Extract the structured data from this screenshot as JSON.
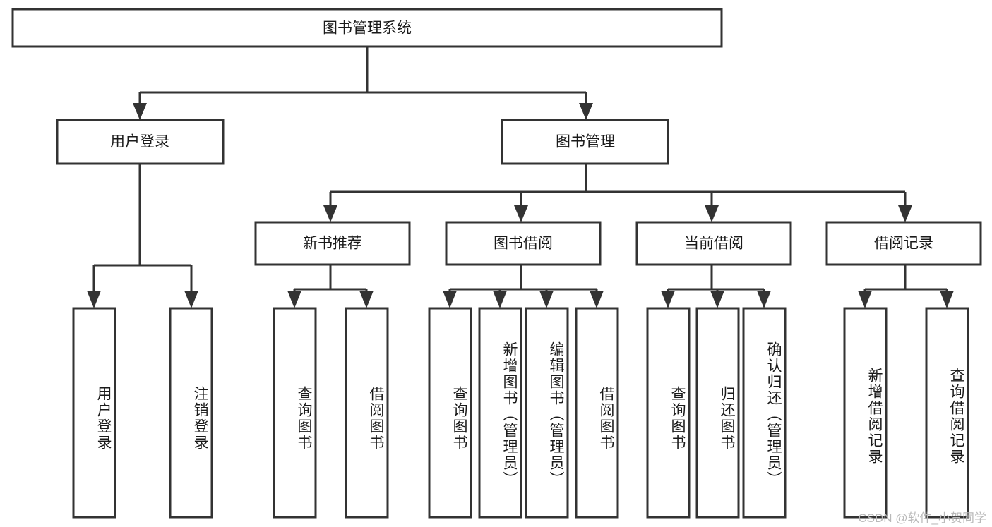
{
  "diagram": {
    "title": "图书管理系统",
    "type": "tree",
    "watermark": "CSDN @软件_小贺同学",
    "colors": {
      "node_fill": "#ffffff",
      "node_stroke": "#333333",
      "text": "#1a1a1a",
      "watermark": "#b9b9b9",
      "background": "#ffffff"
    },
    "root": {
      "label": "图书管理系统"
    },
    "level2": [
      {
        "label": "用户登录"
      },
      {
        "label": "图书管理"
      }
    ],
    "level3": [
      {
        "label": "新书推荐"
      },
      {
        "label": "图书借阅"
      },
      {
        "label": "当前借阅"
      },
      {
        "label": "借阅记录"
      }
    ],
    "leaves": {
      "user_login": [
        {
          "label": "用户登录"
        },
        {
          "label": "注销登录"
        }
      ],
      "new_book_recommend": [
        {
          "label": "查询图书"
        },
        {
          "label": "借阅图书"
        }
      ],
      "book_borrow": [
        {
          "label": "查询图书"
        },
        {
          "label": "新增图书（管理员）"
        },
        {
          "label": "编辑图书（管理员）"
        },
        {
          "label": "借阅图书"
        }
      ],
      "current_borrow": [
        {
          "label": "查询图书"
        },
        {
          "label": "归还图书"
        },
        {
          "label": "确认归还（管理员）"
        }
      ],
      "borrow_record": [
        {
          "label": "新增借阅记录"
        },
        {
          "label": "查询借阅记录"
        }
      ]
    }
  }
}
